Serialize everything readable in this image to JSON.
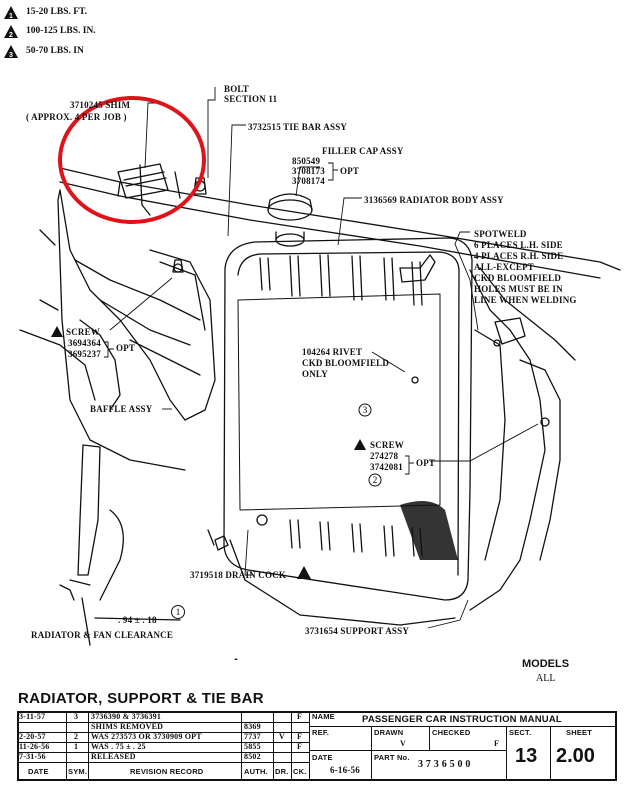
{
  "torque_legend": [
    {
      "num": "1",
      "text": "15-20 LBS. FT."
    },
    {
      "num": "2",
      "text": "100-125 LBS. IN."
    },
    {
      "num": "3",
      "text": "50-70 LBS. IN"
    }
  ],
  "labels": {
    "bolt": "BOLT",
    "bolt_section": "SECTION 11",
    "shim": "3710245 SHIM",
    "shim_note": "( APPROX. 4 PER JOB )",
    "tie_bar": "3732515 TIE BAR ASSY",
    "filler_cap": "FILLER CAP ASSY",
    "filler_cap_p1": "850549",
    "filler_cap_p2": "3708173",
    "filler_cap_p3": "3708174",
    "opt": "OPT",
    "radiator_body": "3136569 RADIATOR BODY ASSY",
    "spotweld_1": "SPOTWELD",
    "spotweld_2": "6 PLACES L.H. SIDE",
    "spotweld_3": "4 PLACES R.H. SIDE",
    "spotweld_4": "ALL-EXCEPT",
    "spotweld_5": "CKD BLOOMFIELD",
    "spotweld_6": "HOLES MUST BE IN",
    "spotweld_7": "LINE WHEN WELDING",
    "screw_left": "SCREW",
    "screw_left_p1": "3694364",
    "screw_left_p2": "3695237",
    "rivet_1": "104264 RIVET",
    "rivet_2": "CKD BLOOMFIELD",
    "rivet_3": "ONLY",
    "baffle": "BAFFLE ASSY",
    "screw_right": "SCREW",
    "screw_right_p1": "274278",
    "screw_right_p2": "3742081",
    "drain_cock": "3719518 DRAIN COCK",
    "clearance_value": ". 94 ± . 18",
    "fan_clearance": "RADIATOR & FAN CLEARANCE",
    "support_assy": "3731654 SUPPORT ASSY",
    "callout_3": "3",
    "callout_2": "2",
    "callout_1": "1"
  },
  "models_label": "MODELS",
  "models_value": "ALL",
  "title": "RADIATOR, SUPPORT & TIE BAR",
  "revision_table": {
    "rows": [
      {
        "date": "3-11-57",
        "sym": "3",
        "record": "3736390 & 3736391",
        "auth": "",
        "dr": "",
        "ck": ""
      },
      {
        "date": "",
        "sym": "",
        "record": "SHIMS REMOVED",
        "auth": "8369",
        "dr": "",
        "ck": ""
      },
      {
        "date": "2-20-57",
        "sym": "2",
        "record": "WAS 273573 OR 3730909 OPT",
        "auth": "7737",
        "dr": "V",
        "ck": "F"
      },
      {
        "date": "11-26-56",
        "sym": "1",
        "record": "WAS . 75 ± . 25",
        "auth": "5855",
        "dr": "",
        "ck": "F"
      },
      {
        "date": "7-31-56",
        "sym": "",
        "record": "RELEASED",
        "auth": "8502",
        "dr": "",
        "ck": ""
      }
    ],
    "footer": {
      "date": "DATE",
      "sym": "SYM.",
      "record": "REVISION RECORD",
      "auth": "AUTH.",
      "dr": "DR.",
      "ck": "CK."
    },
    "top_ck": "F"
  },
  "title_block": {
    "name_label": "NAME",
    "name_value": "PASSENGER CAR INSTRUCTION MANUAL",
    "ref_label": "REF.",
    "drawn_label": "DRAWN",
    "drawn_value": "V",
    "checked_label": "CHECKED",
    "checked_value": "F",
    "sect_label": "SECT.",
    "sect_value": "13",
    "sheet_label": "SHEET",
    "sheet_value": "2.00",
    "date_label": "DATE",
    "date_value": "6-16-56",
    "part_label": "PART No.",
    "part_value": "3 7 3 6 5 0 0"
  }
}
